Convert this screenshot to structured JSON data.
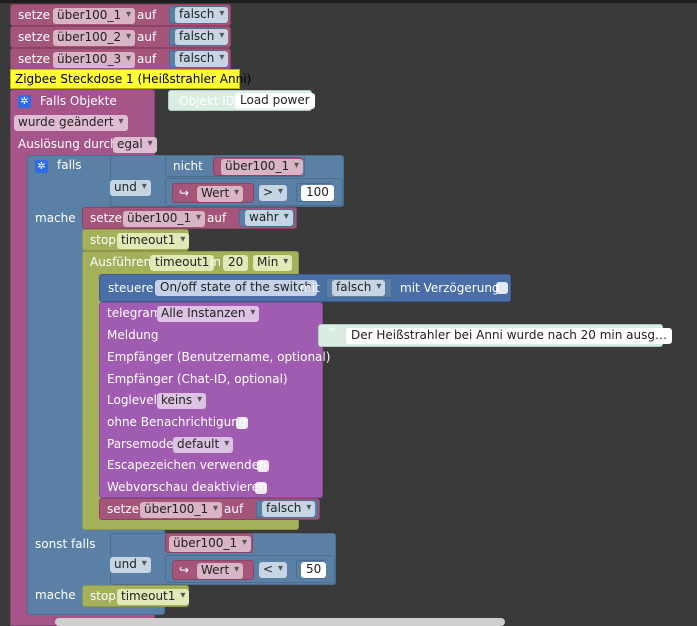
{
  "setze_rows": [
    {
      "kw": "setze",
      "var": "über100_1",
      "auf": "auf",
      "val": "falsch"
    },
    {
      "kw": "setze",
      "var": "über100_2",
      "auf": "auf",
      "val": "falsch"
    },
    {
      "kw": "setze",
      "var": "über100_3",
      "auf": "auf",
      "val": "falsch"
    }
  ],
  "comment": "Zigbee Steckdose 1 (Heißstrahler Anni)",
  "trigger": {
    "falls_objekte": "Falls Objekte",
    "objekt_id_label": "Objekt ID",
    "objekt_id_value": "Load power",
    "wurde_geaendert": "wurde geändert",
    "ausloesung_label": "Auslösung durch",
    "ausloesung_value": "egal"
  },
  "if1": {
    "falls": "falls",
    "nicht": "nicht",
    "var1": "über100_1",
    "und": "und",
    "wert": "Wert",
    "op": ">",
    "num": "100",
    "mache": "mache",
    "setze": "setze",
    "set_var": "über100_1",
    "auf": "auf",
    "set_val": "wahr",
    "stop": "stop",
    "stop_timer": "timeout1"
  },
  "timeout": {
    "ausfuehren": "Ausführen",
    "timer": "timeout1",
    "in": "in",
    "delay": "20",
    "unit": "Min"
  },
  "steuere": {
    "label": "steuere",
    "state": "On/off state of the switch",
    "mit": "mit",
    "val": "falsch",
    "verz": "mit Verzögerung"
  },
  "telegram": {
    "label": "telegram",
    "instanzen": "Alle Instanzen",
    "meldung": "Meldung",
    "message": "Der Heißstrahler bei Anni wurde nach 20 min ausg…",
    "quote_open": "“",
    "quote_close": "”",
    "empf_user": "Empfänger (Benutzername, optional)",
    "empf_chat": "Empfänger (Chat-ID, optional)",
    "loglevel": "Loglevel",
    "loglevel_val": "keins",
    "ohne": "ohne Benachrichtigung",
    "parsemode": "Parsemode",
    "parsemode_val": "default",
    "escape": "Escapezeichen verwenden",
    "webvorschau": "Webvorschau deaktivieren"
  },
  "set_inner": {
    "kw": "setze",
    "var": "über100_1",
    "auf": "auf",
    "val": "falsch"
  },
  "elseif": {
    "sonst_falls": "sonst falls",
    "var": "über100_1",
    "und": "und",
    "wert": "Wert",
    "op": "<",
    "num": "50",
    "mache": "mache",
    "stop": "stop",
    "stop_timer": "timeout1"
  },
  "colors": {
    "background": "#3a3a3a",
    "variable": "#a5557a",
    "logic": "#5b80a5",
    "event": "#a5558a",
    "timer": "#a5b05b",
    "hardware": "#4a6ea6",
    "message": "#a05cb0"
  }
}
